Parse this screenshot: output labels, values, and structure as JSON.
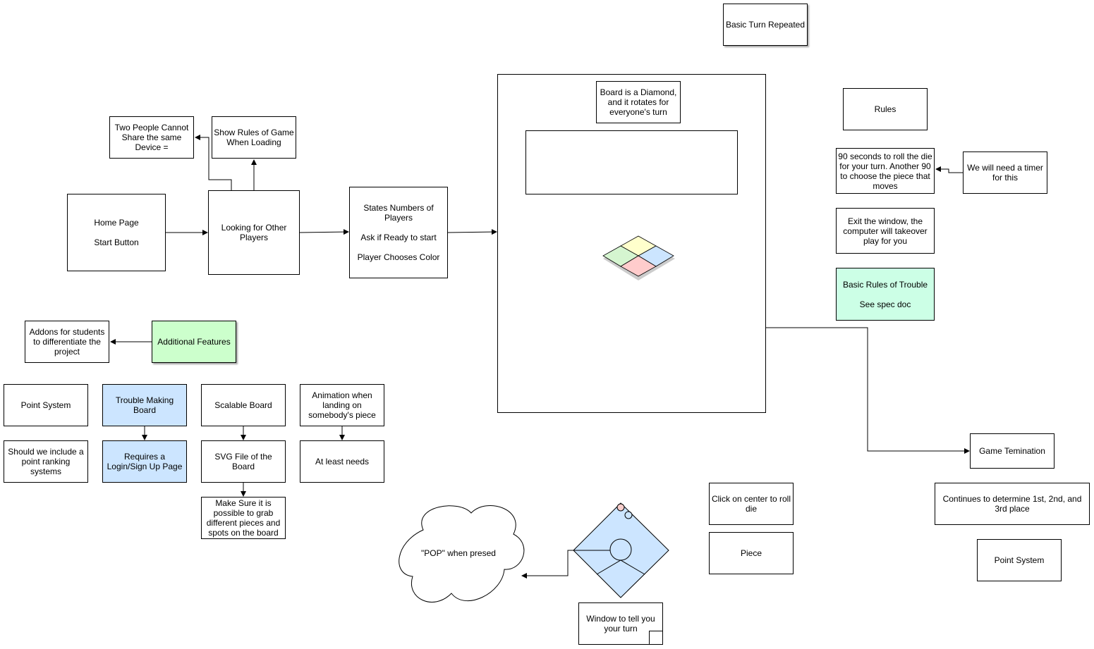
{
  "diagram": {
    "nodes": {
      "basic_turn": "Basic Turn Repeated",
      "board_diamond": "Board is a Diamond, and it rotates for everyone's turn",
      "rules": "Rules",
      "two_people": "Two People Cannot Share the same Device =",
      "show_rules": "Show Rules of Game When Loading",
      "timer_90": "90 seconds to roll the die for your turn.  Another 90 to choose the piece that moves",
      "need_timer": "We will need a timer for this",
      "home_page": [
        "Home Page",
        "Start Button"
      ],
      "looking_players": "Looking for Other Players",
      "states_players": [
        "States Numbers of Players",
        "Ask if Ready to start",
        "Player Chooses Color"
      ],
      "exit_window": "Exit the window, the computer will takeover play for you",
      "basic_rules": [
        "Basic Rules of Trouble",
        "See spec doc"
      ],
      "addons": "Addons for students to differentiate the project",
      "additional_features": "Additional Features",
      "point_system_left": "Point System",
      "trouble_board": "Trouble Making Board",
      "scalable_board": "Scalable Board",
      "animation": "Animation when landing on somebody's piece",
      "point_ranking": "Should we include a point ranking systems",
      "login_signup": "Requires a Login/Sign Up Page",
      "svg_file": "SVG File of the Board",
      "at_least": "At least needs",
      "make_sure": "Make Sure it is possible to grab different pieces and spots on the board",
      "game_termination": "Game Temination",
      "click_center": "Click on center to roll die",
      "continues": "Continues to determine 1st, 2nd, and 3rd place",
      "piece": "Piece",
      "point_system_right": "Point System",
      "pop_cloud": "\"POP\" when presed",
      "window_turn": "Window to tell you your turn"
    },
    "colors": {
      "green": "#ccffcc",
      "blue": "#cce5ff",
      "mint": "#ccffe6",
      "diamond_yellow": "#ffffcc",
      "diamond_blue": "#cce5ff",
      "diamond_green": "#d5f5d0",
      "diamond_red": "#ffcccc",
      "piece_red": "#f8cecc"
    }
  }
}
